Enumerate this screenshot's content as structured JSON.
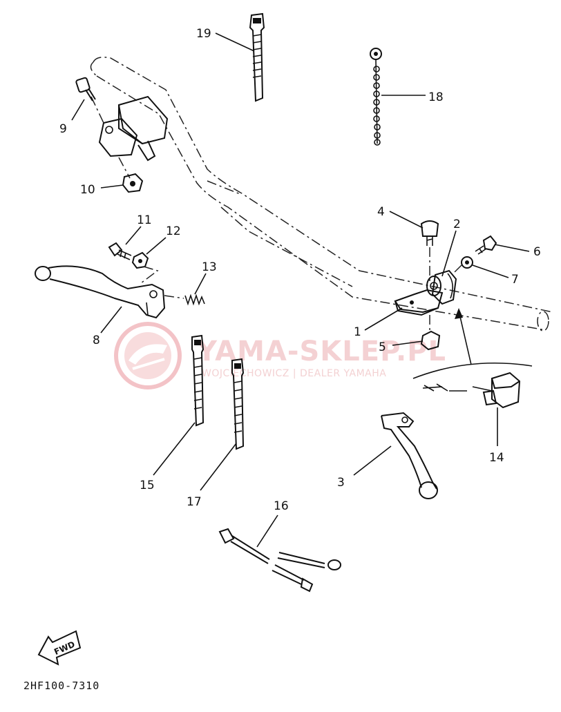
{
  "diagram": {
    "callouts": [
      "1",
      "2",
      "3",
      "4",
      "5",
      "6",
      "7",
      "8",
      "9",
      "10",
      "11",
      "12",
      "13",
      "14",
      "15",
      "16",
      "17",
      "18",
      "19"
    ],
    "fwd_label": "FWD",
    "diagram_code": "2HF100-7310"
  },
  "watermark": {
    "title": "YAMA-SKLEP.PL",
    "subtitle": "WOJCIECHOWICZ | DEALER YAMAHA",
    "color": "#e9a0a6"
  }
}
